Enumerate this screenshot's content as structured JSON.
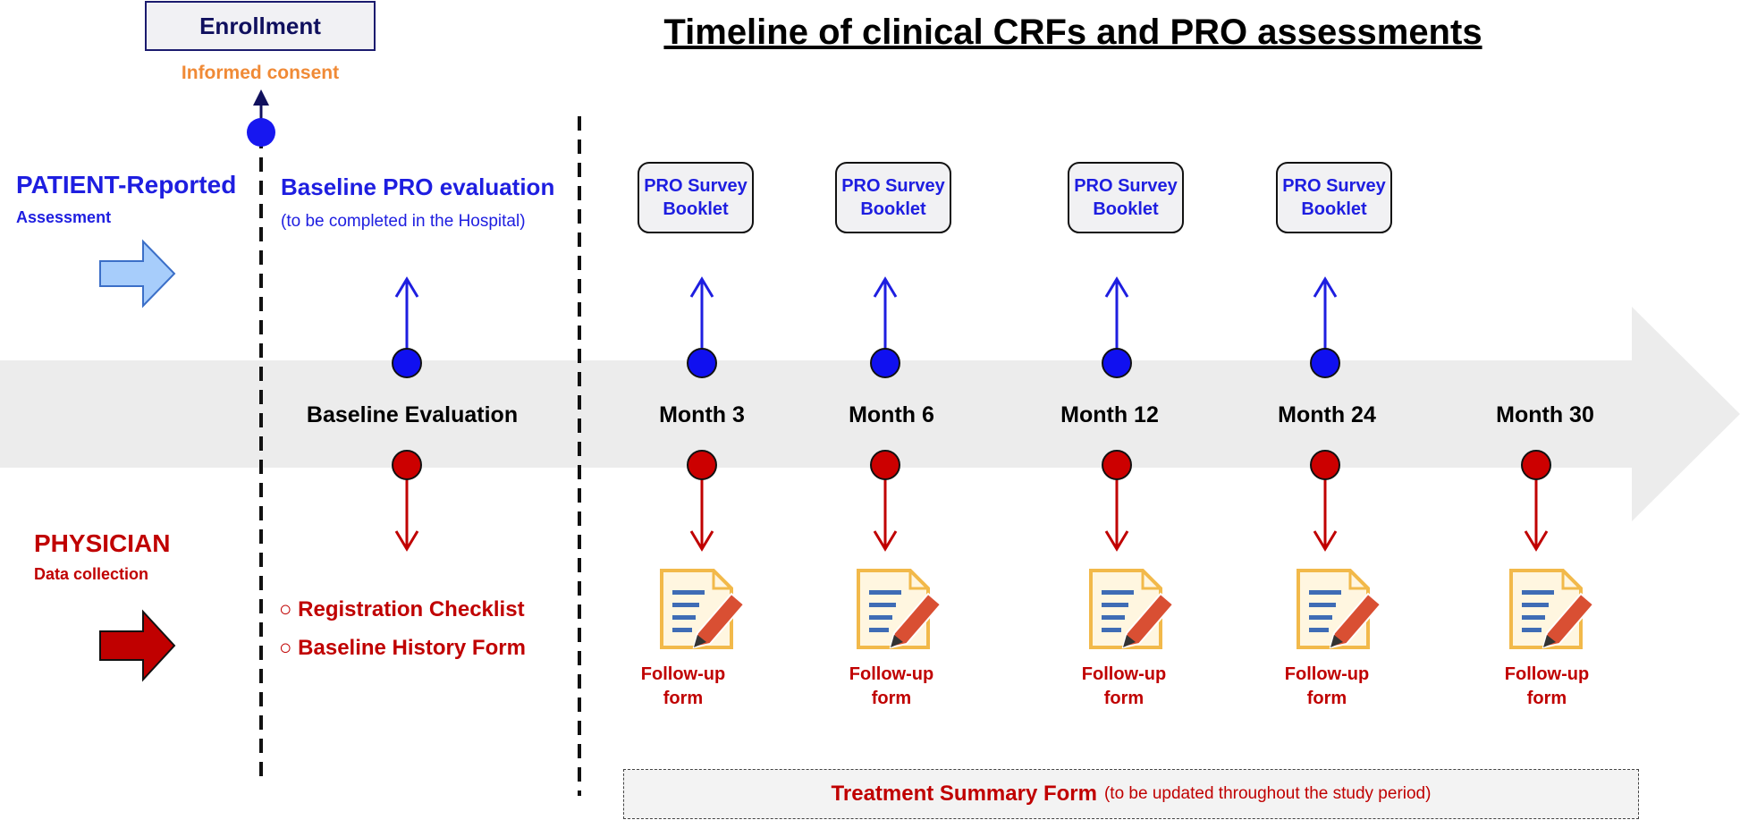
{
  "title": "Timeline of clinical CRFs and PRO assessments",
  "enrollment": {
    "label": "Enrollment",
    "sublabel": "Informed consent"
  },
  "patient": {
    "title": "PATIENT-Reported",
    "subtitle": "Assessment"
  },
  "physician": {
    "title": "PHYSICIAN",
    "subtitle": "Data collection"
  },
  "baseline": {
    "pro_title": "Baseline PRO evaluation",
    "pro_note": "(to be completed in  the Hospital)",
    "label": "Baseline Evaluation",
    "checklist": [
      "○ Registration Checklist",
      "○ Baseline History Form"
    ]
  },
  "timepoints": [
    {
      "label": "Month 3",
      "pro_line1": "PRO Survey",
      "pro_line2": "Booklet",
      "form_line1": "Follow-up",
      "form_line2": "form"
    },
    {
      "label": "Month 6",
      "pro_line1": "PRO Survey",
      "pro_line2": "Booklet",
      "form_line1": "Follow-up",
      "form_line2": "form"
    },
    {
      "label": "Month 12",
      "pro_line1": "PRO Survey",
      "pro_line2": "Booklet",
      "form_line1": "Follow-up",
      "form_line2": "form"
    },
    {
      "label": "Month 24",
      "pro_line1": "PRO Survey",
      "pro_line2": "Booklet",
      "form_line1": "Follow-up",
      "form_line2": "form"
    },
    {
      "label": "Month 30",
      "form_line1": "Follow-up",
      "form_line2": "form"
    }
  ],
  "summary": {
    "main": "Treatment Summary Form",
    "note": "(to be updated throughout the study period)"
  },
  "colors": {
    "blue": "#1e1ee0",
    "red": "#c00000",
    "orange": "#f08a36",
    "band": "#ececec"
  },
  "icons": [
    "right-arrow-icon",
    "document-pencil-icon"
  ]
}
